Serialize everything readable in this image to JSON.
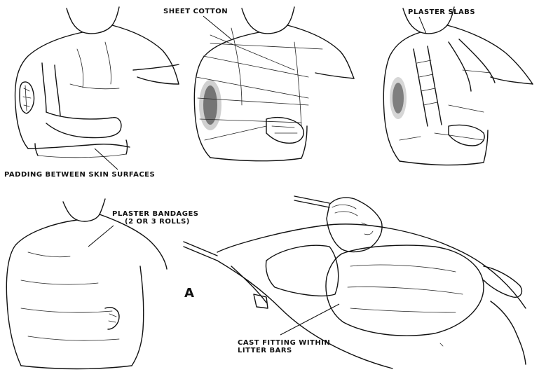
{
  "labels": {
    "sheet_cotton": "SHEET COTTON",
    "plaster_slabs": "PLASTER SLABS",
    "padding": "PADDING BETWEEN SKIN SURFACES",
    "plaster_bandages_line1": "PLASTER BANDAGES",
    "plaster_bandages_line2": "(2 OR 3 ROLLS)",
    "cast_fitting_line1": "CAST FITTING WITHIN",
    "cast_fitting_line2": "LITTER BARS",
    "panel_letter": "A"
  },
  "colors": {
    "ink": "#111111",
    "paper": "#ffffff"
  }
}
